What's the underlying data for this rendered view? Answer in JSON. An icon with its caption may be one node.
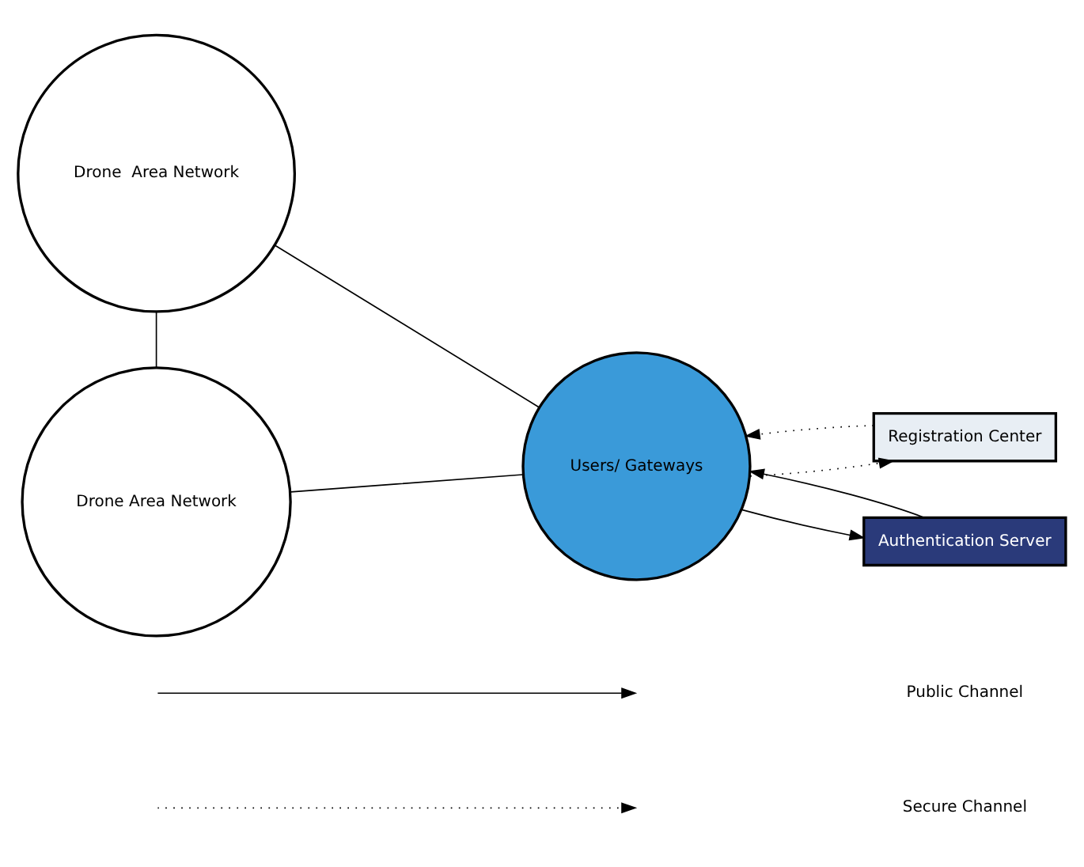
{
  "diagram": {
    "nodes": [
      {
        "text": [
          "Drone  Area Network"
        ]
      },
      {
        "text": [
          "Drone Area Network"
        ]
      },
      {
        "text": [
          "Users/ Gateways"
        ]
      },
      {
        "text": [
          "Registration Center"
        ]
      },
      {
        "text": [
          "Authentication Server"
        ]
      }
    ],
    "edges": [
      {
        "from": 0,
        "to": 2,
        "arrow": "none"
      },
      {
        "from": 0,
        "to": 1,
        "arrow": "none"
      },
      {
        "from": 1,
        "to": 2,
        "arrow": "none"
      },
      {
        "from": 2,
        "to": 3,
        "arrow": "to",
        "style": "dashed"
      },
      {
        "from": 3,
        "to": 2,
        "arrow": "to",
        "style": "dashed"
      },
      {
        "from": 2,
        "to": 4,
        "arrow": "to"
      },
      {
        "from": 4,
        "to": 2,
        "arrow": "to"
      }
    ],
    "legend": [
      {
        "text": "Public Channel"
      },
      {
        "text": "Secure Channel"
      }
    ]
  }
}
